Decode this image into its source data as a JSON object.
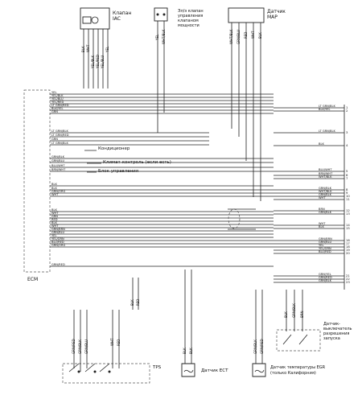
{
  "components": {
    "iac_valve": [
      "Клапан",
      "IAC"
    ],
    "purge_valve": [
      "Эл/э клапан",
      "управления",
      "клапаном",
      "мощности"
    ],
    "map_sensor": [
      "Датчик",
      "MAP"
    ],
    "ecm": "ECM",
    "ac": "Кондиционер",
    "cruise": "Климат-контроль (если есть)",
    "ctrl_unit": "Блок управления",
    "tps": "TPS",
    "ect": "Датчик ECT",
    "egr": [
      "Датчик температуры EGR",
      "(только Калифорния)"
    ],
    "switch": [
      "Датчик-",
      "выключатель",
      "разрешения",
      "запуска"
    ]
  },
  "left_labels": [
    "YEL",
    "YEL/BLK",
    "YEL/BLU",
    "YEL/RED",
    "LT GRN/RED",
    "BLK/YEL",
    "GRN",
    "LT GRN/BLK",
    "LT GRN/RED",
    "GRN",
    "LT GRN/BLK",
    "GRN/BLK",
    "GRN/BLU",
    "BLU/WHT",
    "BRN/WHT",
    "BLK",
    "BLK",
    "GRN/ORG",
    "WHT",
    "BLK",
    "WHT",
    "GRN",
    "RED",
    "BLK",
    "WHT",
    "GRN/BRN",
    "GRN/BLU",
    "YEL",
    "YEL/GRN",
    "BLU/RED",
    "GRN/ORG",
    "GRN/RED"
  ],
  "right_labels": [
    "LT GRN/BLK",
    "BLK/YEL",
    "LT GRN/BLK",
    "BLK",
    "BLU/WHT",
    "BRN/WHT",
    "WHT/BLK",
    "GRN/BLK",
    "WHT/BLK",
    "GRN/BLK",
    "WHT",
    "BRN",
    "GRN/BLK",
    "WHT",
    "BLK",
    "GRN/BRN",
    "GRN/BLU",
    "YEL",
    "YEL/GRN",
    "BLU/RED",
    "GRN/YEL",
    "GRN/RED",
    "GRN/BLK"
  ],
  "pin_numbers": [
    "1",
    "2",
    "3",
    "4",
    "5",
    "6",
    "7",
    "8",
    "9",
    "10",
    "11",
    "12",
    "13",
    "14",
    "15",
    "16",
    "17",
    "18",
    "19",
    "20",
    "21",
    "22",
    "23"
  ],
  "vertical_labels": {
    "iac": [
      "BLK",
      "WHT",
      "YEL/BLK",
      "YEL/RED",
      "YEL/BLU",
      "YEL"
    ],
    "purge": [
      "YEL",
      "WHT/BLK"
    ],
    "map": [
      "WHT/BLK",
      "GRN/BLU",
      "RED",
      "WHT",
      "BLK"
    ],
    "mid": [
      "BLK",
      "RED"
    ],
    "tps": [
      "GRN/RED",
      "GRN/BLK",
      "GRN/BLU",
      "WHT",
      "RED"
    ],
    "ect": [
      "BLK",
      "BLK"
    ],
    "egr": [
      "GRN/BLK",
      "GRN/RED"
    ],
    "switch": [
      "BLK",
      "GRN/BLK",
      "BRN"
    ]
  }
}
